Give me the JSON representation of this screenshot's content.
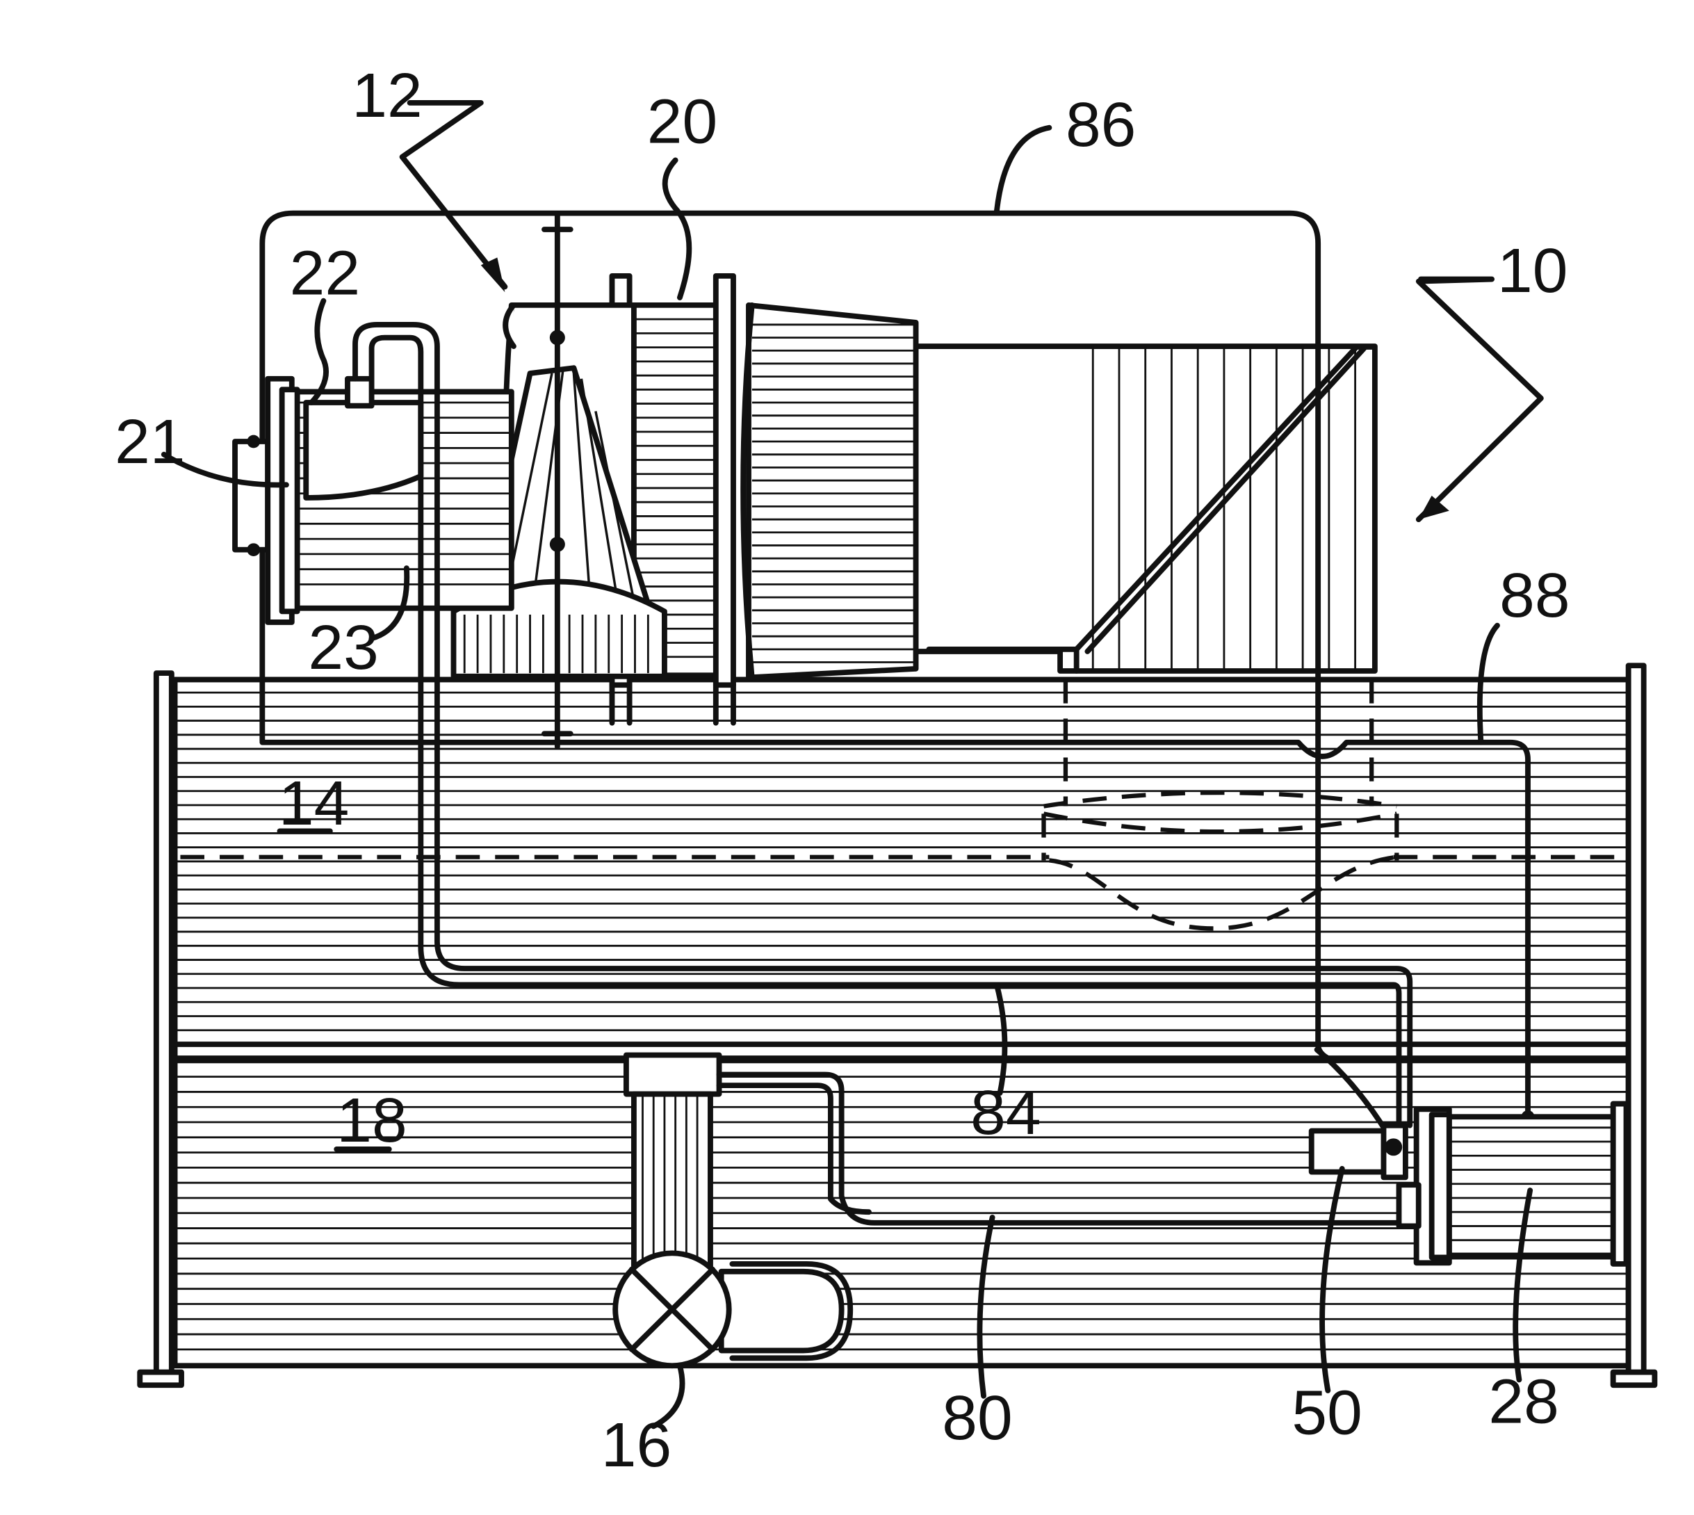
{
  "figure": {
    "labels": {
      "system": "10",
      "compressor": "12",
      "condenser": "14",
      "valve": "16",
      "evaporator": "18",
      "motor": "20",
      "element_21": "21",
      "element_22": "22",
      "element_23": "23",
      "element_28": "28",
      "element_50": "50",
      "line_80": "80",
      "line_84": "84",
      "line_86": "86",
      "line_88": "88"
    }
  }
}
